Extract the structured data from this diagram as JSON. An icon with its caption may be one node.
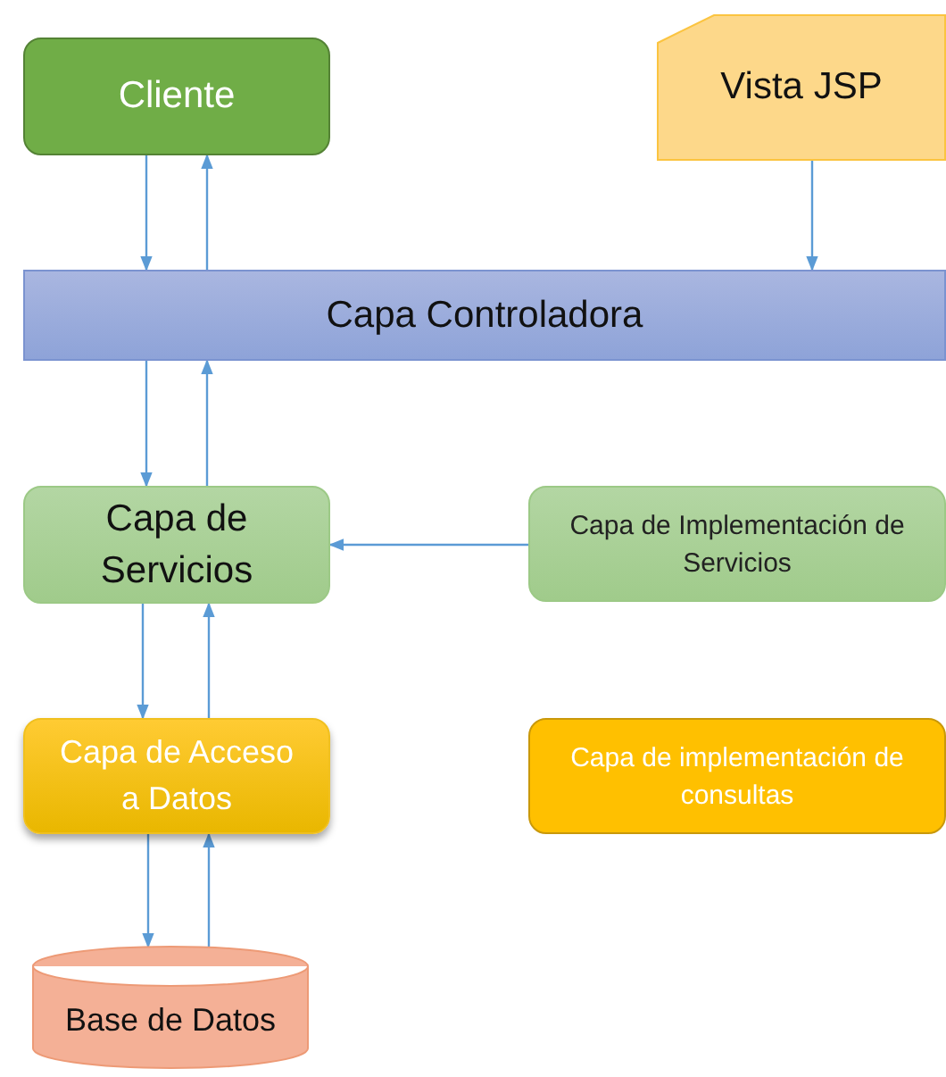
{
  "diagram": {
    "nodes": [
      {
        "text": [
          "Cliente"
        ]
      },
      {
        "text": [
          "Vista JSP"
        ]
      },
      {
        "text": [
          "Capa Controladora"
        ]
      },
      {
        "text": [
          "Capa de Servicios"
        ]
      },
      {
        "text": [
          "Capa de Implementación de Servicios"
        ]
      },
      {
        "text": [
          "Capa de Acceso a Datos"
        ]
      },
      {
        "text": [
          "Capa de implementación de consultas"
        ]
      },
      {
        "text": [
          "Base de Datos"
        ]
      }
    ],
    "edges": [
      {
        "from": 0,
        "to": 2,
        "arrow": "to"
      },
      {
        "from": 2,
        "to": 0,
        "arrow": "to"
      },
      {
        "from": 1,
        "to": 2,
        "arrow": "to"
      },
      {
        "from": 2,
        "to": 3,
        "arrow": "to"
      },
      {
        "from": 3,
        "to": 2,
        "arrow": "to"
      },
      {
        "from": 4,
        "to": 3,
        "arrow": "to"
      },
      {
        "from": 3,
        "to": 5,
        "arrow": "to"
      },
      {
        "from": 5,
        "to": 3,
        "arrow": "to"
      },
      {
        "from": 5,
        "to": 7,
        "arrow": "to"
      },
      {
        "from": 7,
        "to": 5,
        "arrow": "to"
      }
    ]
  }
}
